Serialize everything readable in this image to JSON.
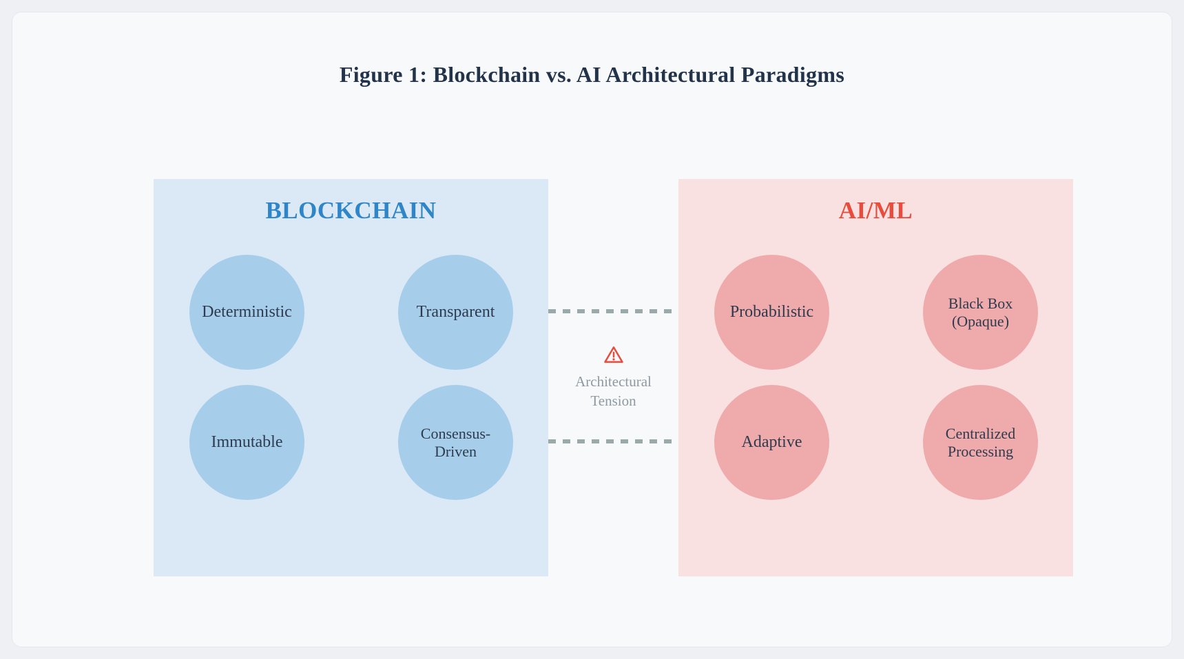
{
  "figure": {
    "title": "Figure 1: Blockchain vs. AI Architectural Paradigms"
  },
  "panels": {
    "blockchain": {
      "title": "BLOCKCHAIN",
      "items": [
        {
          "label": "Deterministic"
        },
        {
          "label": "Transparent"
        },
        {
          "label": "Immutable"
        },
        {
          "label": "Consensus-Driven"
        }
      ]
    },
    "ai": {
      "title": "AI/ML",
      "items": [
        {
          "label": "Probabilistic"
        },
        {
          "label": "Black Box (Opaque)"
        },
        {
          "label": "Adaptive"
        },
        {
          "label": "Centralized Processing"
        }
      ]
    }
  },
  "tension": {
    "icon": "warning-icon",
    "label": "Architectural Tension"
  },
  "colors": {
    "page-bg": "#eef0f4",
    "card-bg": "#f7f9fb",
    "blue-panel": "#dbe9f6",
    "blue-circle": "#a6cdea",
    "blue-accent": "#2e86c8",
    "pink-panel": "#f9e1e1",
    "pink-circle": "#efabab",
    "red-accent": "#e74c3c",
    "ink": "#2e3b4e",
    "muted": "#8f99a1",
    "dash": "#9aa9a9"
  }
}
